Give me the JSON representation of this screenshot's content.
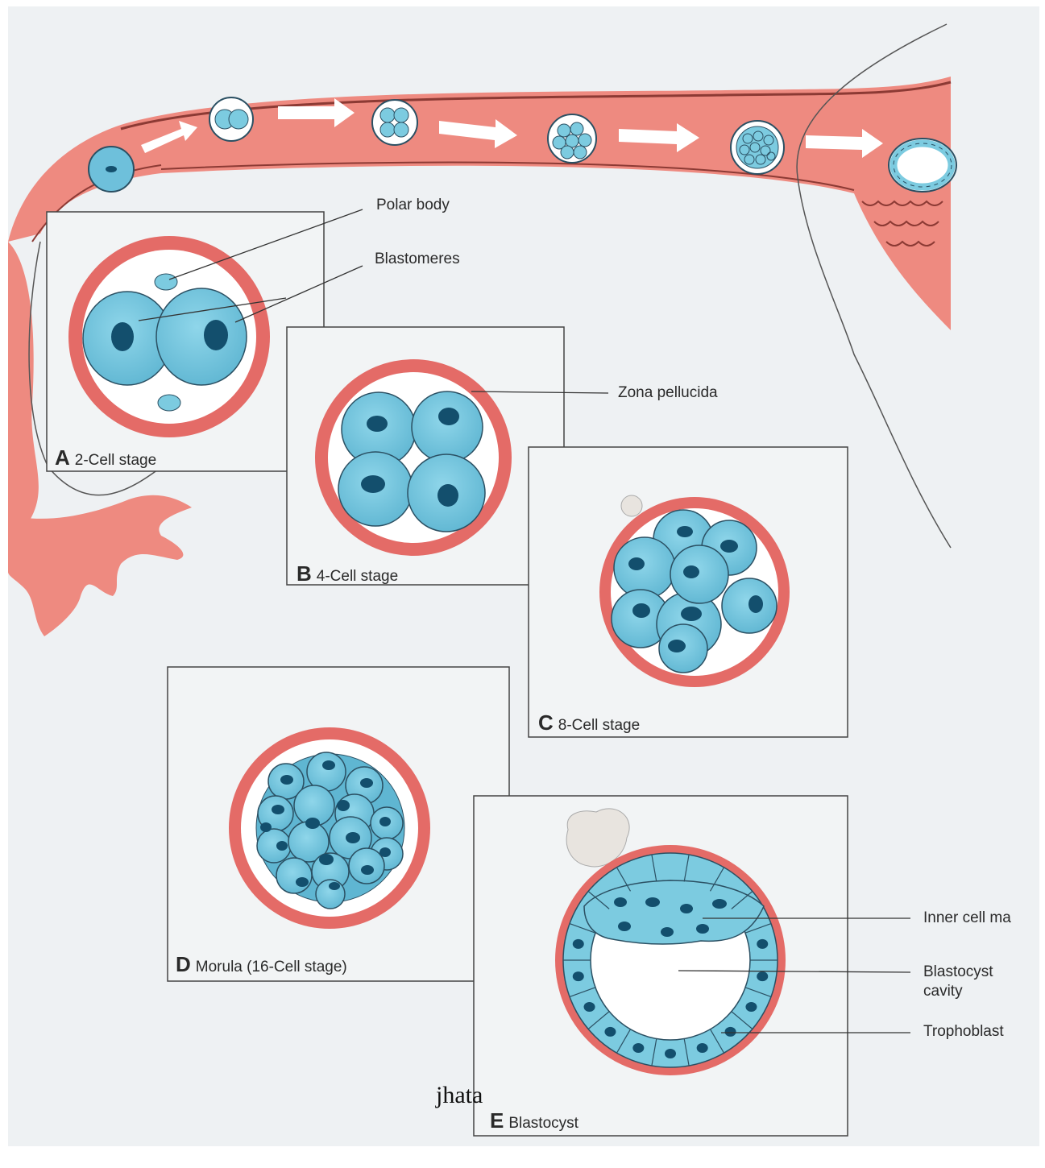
{
  "panels": [
    {
      "letter": "A",
      "title": "2-Cell stage"
    },
    {
      "letter": "B",
      "title": "4-Cell stage"
    },
    {
      "letter": "C",
      "title": "8-Cell stage"
    },
    {
      "letter": "D",
      "title": "Morula (16-Cell stage)"
    },
    {
      "letter": "E",
      "title": "Blastocyst"
    }
  ],
  "labels": {
    "polar_body": "Polar body",
    "blastomeres": "Blastomeres",
    "zona_pellucida": "Zona pellucida",
    "inner_cell_mass": "Inner cell ma",
    "blastocyst_cavity_1": "Blastocyst",
    "blastocyst_cavity_2": "cavity",
    "trophoblast": "Trophoblast"
  },
  "caption": "jhata",
  "colors": {
    "background": "#eef1f3",
    "tube": "#ee8a80",
    "zona": "#e06a66",
    "cell": "#7ccbe0",
    "nucleus": "#134f6d",
    "line": "#333333"
  }
}
